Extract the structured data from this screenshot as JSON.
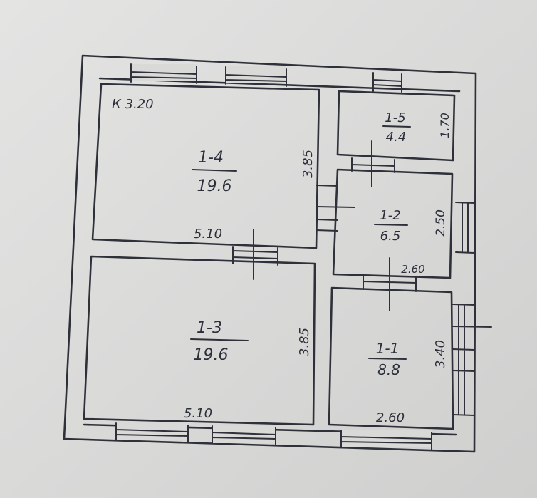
{
  "drawing": {
    "code_label": "К 3.20",
    "rooms": [
      {
        "id": "1-4",
        "area": "19.6",
        "width": "5.10",
        "depth": "3.85"
      },
      {
        "id": "1-3",
        "area": "19.6",
        "width": "5.10",
        "depth": "3.85"
      },
      {
        "id": "1-5",
        "area": "4.4",
        "depth": "1.70"
      },
      {
        "id": "1-2",
        "area": "6.5",
        "width": "2.60",
        "depth": "2.50"
      },
      {
        "id": "1-1",
        "area": "8.8",
        "width": "2.60",
        "depth": "3.40"
      }
    ]
  }
}
